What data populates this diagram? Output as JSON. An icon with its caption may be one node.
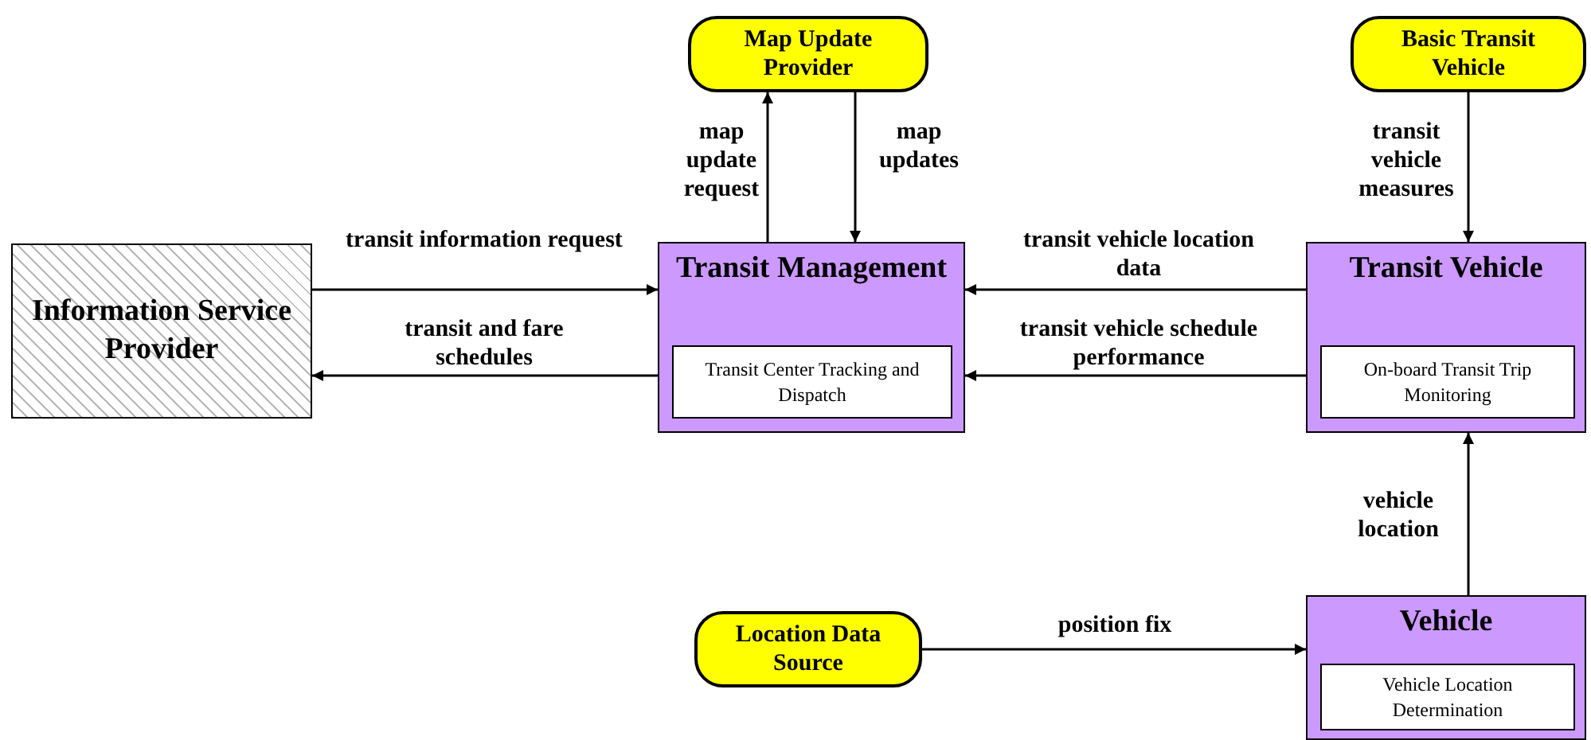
{
  "diagram": {
    "nodes": [
      {
        "text": [
          "Map Update Provider"
        ]
      },
      {
        "text": [
          "Basic Transit Vehicle"
        ]
      },
      {
        "text": [
          "Information Service Provider"
        ]
      },
      {
        "text": [
          "Transit Management"
        ]
      },
      {
        "text": [
          "Transit Center Tracking and Dispatch"
        ],
        "in": 3
      },
      {
        "text": [
          "Transit Vehicle"
        ]
      },
      {
        "text": [
          "On-board Transit Trip Monitoring"
        ],
        "in": 5
      },
      {
        "text": [
          "Location Data Source"
        ]
      },
      {
        "text": [
          "Vehicle"
        ]
      },
      {
        "text": [
          "Vehicle Location Determination"
        ],
        "in": 8
      }
    ],
    "edges": [
      {
        "from": 3,
        "to": 0,
        "arrow": "to",
        "label": "map update request"
      },
      {
        "from": 0,
        "to": 3,
        "arrow": "to",
        "label": "map updates"
      },
      {
        "from": 1,
        "to": 5,
        "arrow": "to",
        "label": "transit vehicle measures"
      },
      {
        "from": 2,
        "to": 3,
        "arrow": "to",
        "label": "transit information request"
      },
      {
        "from": 3,
        "to": 2,
        "arrow": "to",
        "label": "transit and fare schedules"
      },
      {
        "from": 5,
        "to": 3,
        "arrow": "to",
        "label": "transit vehicle location data"
      },
      {
        "from": 5,
        "to": 3,
        "arrow": "to",
        "label": "transit vehicle schedule performance"
      },
      {
        "from": 8,
        "to": 5,
        "arrow": "to",
        "label": "vehicle location"
      },
      {
        "from": 7,
        "to": 8,
        "arrow": "to",
        "label": "position fix"
      }
    ]
  }
}
